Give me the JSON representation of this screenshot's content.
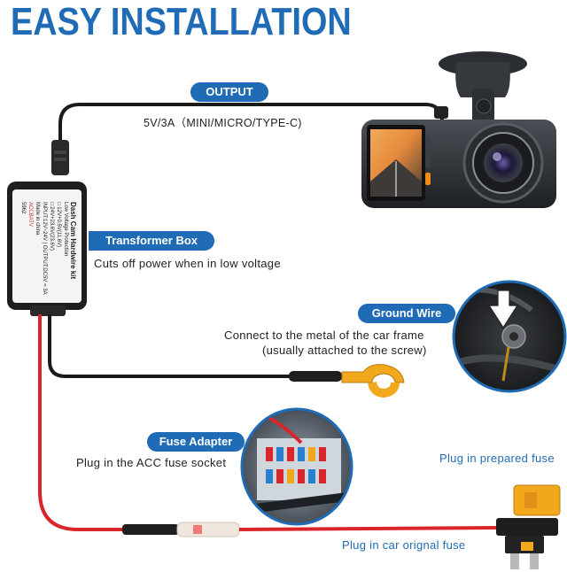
{
  "title": "EASY INSTALLATION",
  "output": {
    "label": "OUTPUT",
    "spec": "5V/3A（MINI/MICRO/TYPE-C)"
  },
  "transformer_box": {
    "label": "Transformer Box",
    "description": "Cuts off power when in low voltage",
    "printed": {
      "model": "Dash Cam Hardwire kit",
      "protection": "Low Voltage Protection",
      "line1": "□ 12V+0.5V(11.6V)",
      "line2": "□ 24V+23.6V(23.6V)",
      "spec": "INPUT:12V~24V  |  OUTPUT:DC5V = 3A",
      "origin": "Made in china",
      "brand": "ACCBATV",
      "code": "5962"
    }
  },
  "ground_wire": {
    "label": "Ground Wire",
    "line1": "Connect to the metal of the car frame",
    "line2": "(usually attached to the screw)"
  },
  "fuse_adapter": {
    "label": "Fuse Adapter",
    "description": "Plug in the ACC fuse socket"
  },
  "fuse_notes": {
    "prepared": "Plug in prepared fuse",
    "original": "Plug in car orignal fuse"
  },
  "colors": {
    "accent": "#1f6bb5",
    "power_wire": "#d9262b",
    "ground_wire": "#1a1a1a",
    "fuse": "#f2a81d"
  }
}
